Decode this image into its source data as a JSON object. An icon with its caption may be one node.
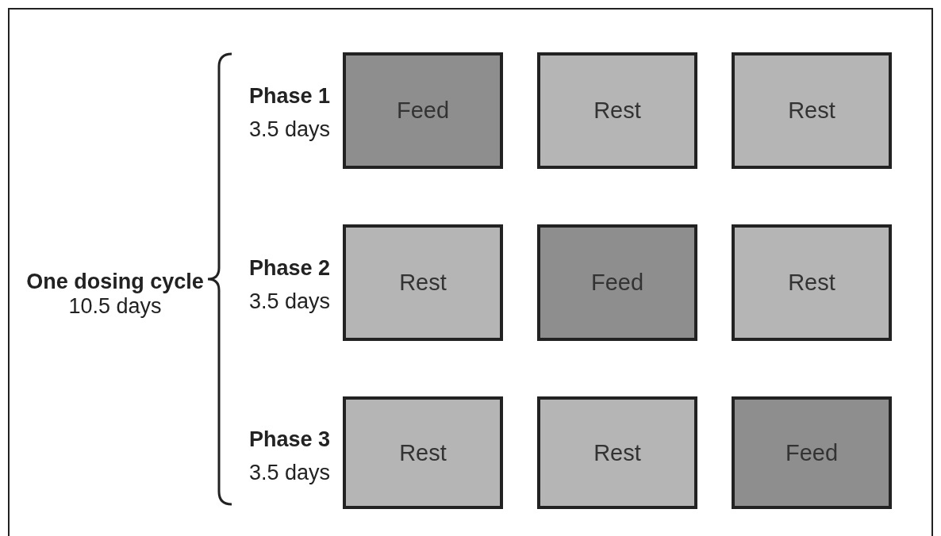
{
  "diagram": {
    "nodes": [
      {
        "text": [
          "Feed"
        ]
      },
      {
        "text": [
          "Rest"
        ]
      },
      {
        "text": [
          "Rest"
        ]
      },
      {
        "text": [
          "Rest"
        ]
      },
      {
        "text": [
          "Feed"
        ]
      },
      {
        "text": [
          "Rest"
        ]
      },
      {
        "text": [
          "Rest"
        ]
      },
      {
        "text": [
          "Rest"
        ]
      },
      {
        "text": [
          "Feed"
        ]
      }
    ],
    "edges": [],
    "labels": [
      "One dosing cycle",
      "10.5 days",
      "Phase 1",
      "3.5 days",
      "Phase 2",
      "3.5 days",
      "Phase 3",
      "3.5 days"
    ]
  }
}
